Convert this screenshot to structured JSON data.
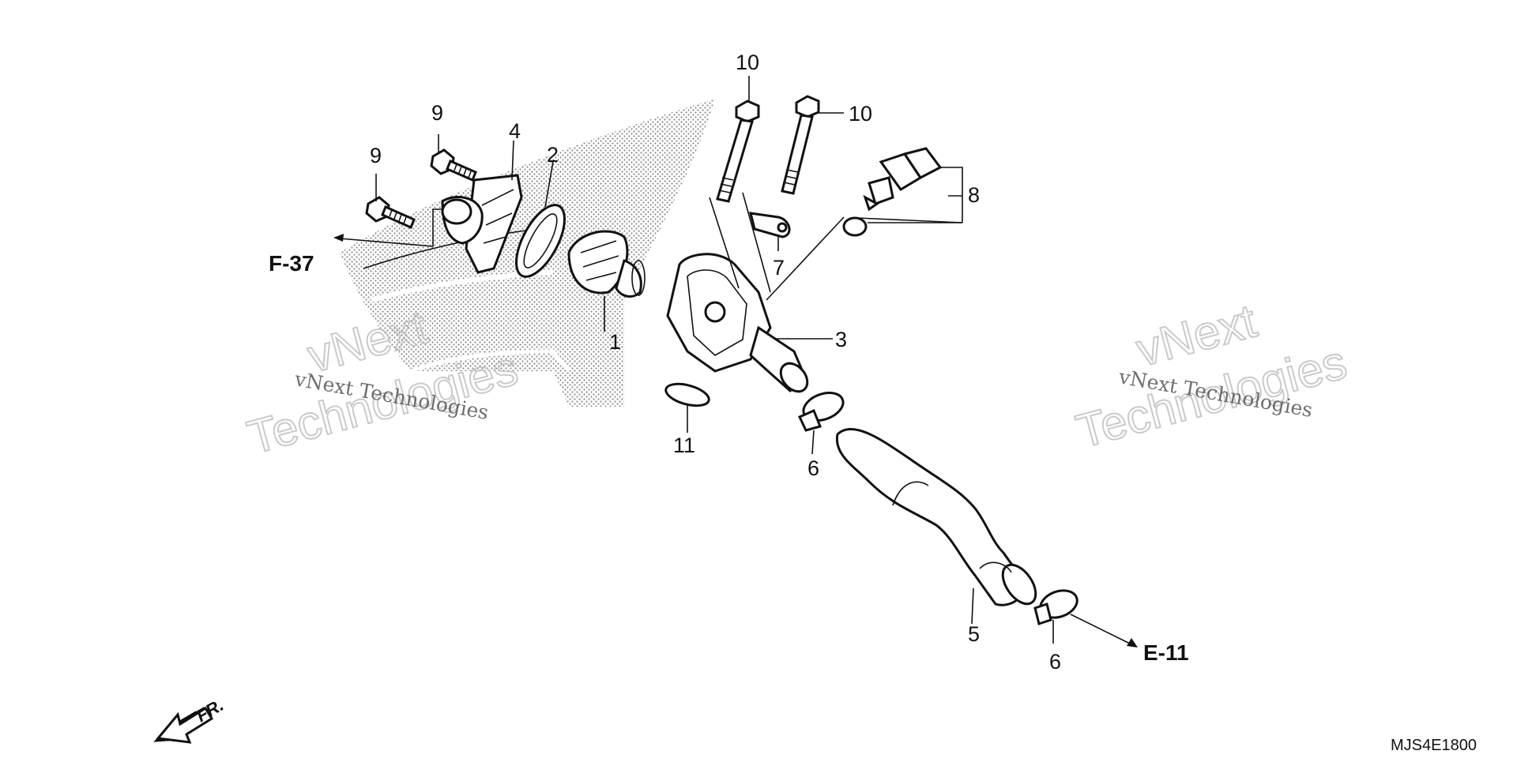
{
  "callouts": [
    {
      "id": "c1",
      "text": "1"
    },
    {
      "id": "c2",
      "text": "2"
    },
    {
      "id": "c3",
      "text": "3"
    },
    {
      "id": "c4",
      "text": "4"
    },
    {
      "id": "c5",
      "text": "5"
    },
    {
      "id": "c6a",
      "text": "6"
    },
    {
      "id": "c6b",
      "text": "6"
    },
    {
      "id": "c7",
      "text": "7"
    },
    {
      "id": "c8",
      "text": "8"
    },
    {
      "id": "c9a",
      "text": "9"
    },
    {
      "id": "c9b",
      "text": "9"
    },
    {
      "id": "c10a",
      "text": "10"
    },
    {
      "id": "c10b",
      "text": "10"
    },
    {
      "id": "c11",
      "text": "11"
    }
  ],
  "references": {
    "f37": "F-37",
    "e11": "E-11"
  },
  "direction_label": "FR.",
  "diagram_code": "MJS4E1800",
  "watermark": {
    "small": "vNext Technologies",
    "top": "vNext",
    "bottom": "Technologies"
  },
  "colors": {
    "ink": "#111111",
    "stipple": "#9e9e9e",
    "watermark": "#bdbdbd"
  }
}
